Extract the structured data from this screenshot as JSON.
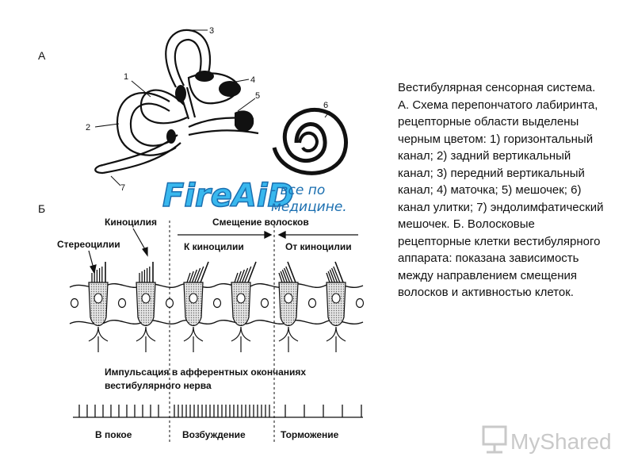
{
  "panel_a": {
    "letter": "А",
    "numbers": [
      "1",
      "2",
      "3",
      "4",
      "5",
      "6",
      "7"
    ]
  },
  "panel_b": {
    "letter": "Б",
    "kinocilia_label": "Киноцилия",
    "stereocilia_label": "Стереоцилии",
    "hair_shift_label": "Смещение волосков",
    "toward_label": "К киноцилии",
    "away_label": "От киноцилии",
    "impulse_label_line1": "Импульсация в афферентных окончаниях",
    "impulse_label_line2": "вестибулярного нерва",
    "rest_label": "В покое",
    "excitation_label": "Возбуждение",
    "inhibition_label": "Торможение"
  },
  "watermark": {
    "brand": "FireAiD",
    "tagline_line1": "- все по",
    "tagline_line2": "медицине."
  },
  "logo": {
    "text": "MyShared"
  },
  "caption": "Вестибулярная сенсорная система. А. Схема перепончатого лабиринта, рецепторные области выделены черным цветом: 1) горизонтальный канал; 2) задний вертикальный канал; 3) передний вертикальный канал; 4) маточка; 5) мешочек; 6) канал улитки; 7) эндолимфатический мешочек. Б. Волосковые рецепторные клетки вестибулярного аппарата: показана зависимость между направлением смещения волосков и активностью клеток."
}
